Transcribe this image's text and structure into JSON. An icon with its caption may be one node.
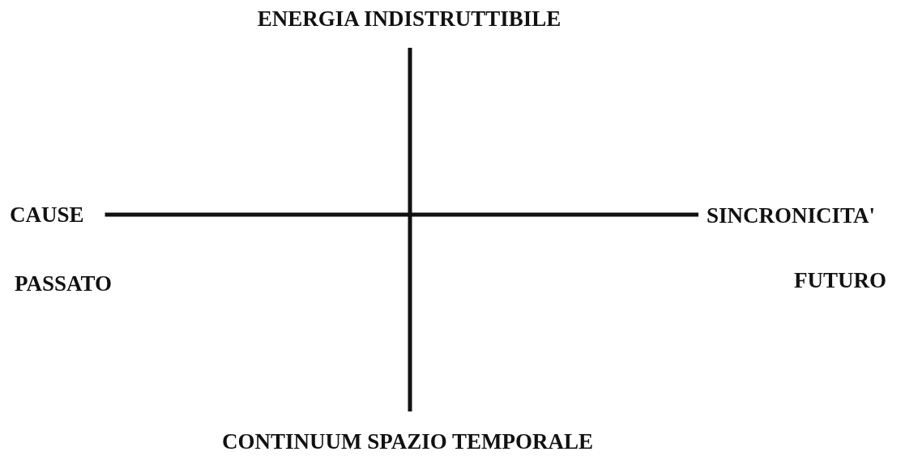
{
  "diagram": {
    "nodes": [
      {
        "text": [
          "ENERGIA INDISTRUTTIBILE"
        ]
      },
      {
        "text": [
          "CAUSE"
        ]
      },
      {
        "text": [
          "SINCRONICITA'"
        ]
      },
      {
        "text": [
          "CONTINUUM SPAZIO TEMPORALE"
        ]
      }
    ],
    "edges": [
      {
        "from": 0,
        "to": 3,
        "arrow": "none"
      },
      {
        "from": 1,
        "to": 2,
        "arrow": "none"
      }
    ],
    "labels": [
      "PASSATO",
      "FUTURO"
    ]
  }
}
